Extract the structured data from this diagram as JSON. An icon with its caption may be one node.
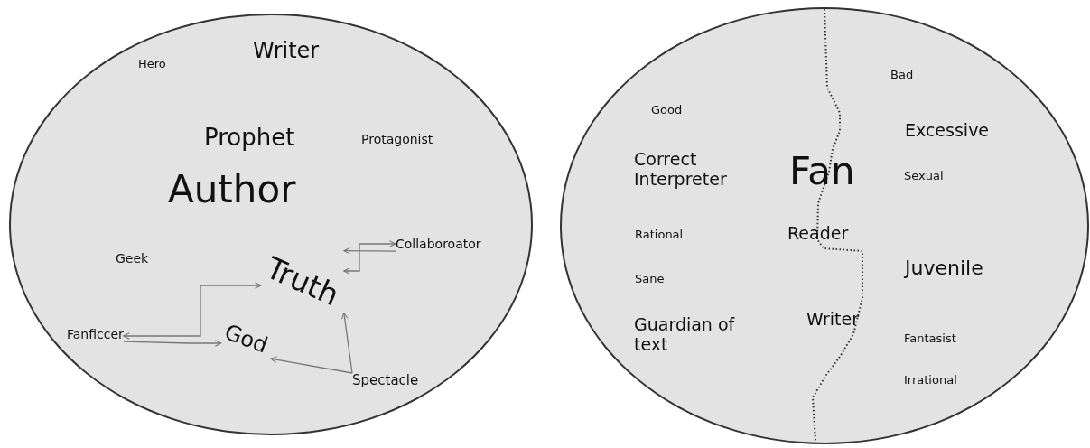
{
  "diagram": {
    "nodes": [
      {
        "text": [],
        "shape": "circle"
      },
      {
        "text": [
          "Hero"
        ],
        "in": 0
      },
      {
        "text": [
          "Writer"
        ],
        "in": 0
      },
      {
        "text": [
          "Prophet"
        ],
        "in": 0
      },
      {
        "text": [
          "Protagonist"
        ],
        "in": 0
      },
      {
        "text": [
          "Author"
        ],
        "in": 0
      },
      {
        "text": [
          "Geek"
        ],
        "in": 0
      },
      {
        "text": [
          "Truth"
        ],
        "in": 0
      },
      {
        "text": [
          "Collaboroator"
        ],
        "in": 0
      },
      {
        "text": [
          "Fanficcer"
        ],
        "in": 0
      },
      {
        "text": [
          "God"
        ],
        "in": 0
      },
      {
        "text": [
          "Spectacle"
        ],
        "in": 0
      },
      {
        "text": [],
        "shape": "circle"
      },
      {
        "text": [
          "Bad"
        ],
        "in": 12
      },
      {
        "text": [
          "Good"
        ],
        "in": 12
      },
      {
        "text": [
          "Excessive"
        ],
        "in": 12
      },
      {
        "text": [
          "Correct Interpreter"
        ],
        "in": 12
      },
      {
        "text": [
          "Fan"
        ],
        "in": 12
      },
      {
        "text": [
          "Sexual"
        ],
        "in": 12
      },
      {
        "text": [
          "Rational"
        ],
        "in": 12
      },
      {
        "text": [
          "Reader"
        ],
        "in": 12
      },
      {
        "text": [
          "Sane"
        ],
        "in": 12
      },
      {
        "text": [
          "Juvenile"
        ],
        "in": 12
      },
      {
        "text": [
          "Guardian of text"
        ],
        "in": 12
      },
      {
        "text": [
          "Writer"
        ],
        "in": 12
      },
      {
        "text": [
          "Fantasist"
        ],
        "in": 12
      },
      {
        "text": [
          "Irrational"
        ],
        "in": 12
      }
    ],
    "edges": [
      {
        "from": 7,
        "to": 8,
        "arrow": "both"
      },
      {
        "from": 8,
        "to": 7,
        "arrow": "to"
      },
      {
        "from": 9,
        "to": 7,
        "arrow": "both"
      },
      {
        "from": 9,
        "to": 10,
        "arrow": "to"
      },
      {
        "from": 11,
        "to": 7,
        "arrow": "to"
      },
      {
        "from": 11,
        "to": 10,
        "arrow": "to"
      }
    ]
  }
}
